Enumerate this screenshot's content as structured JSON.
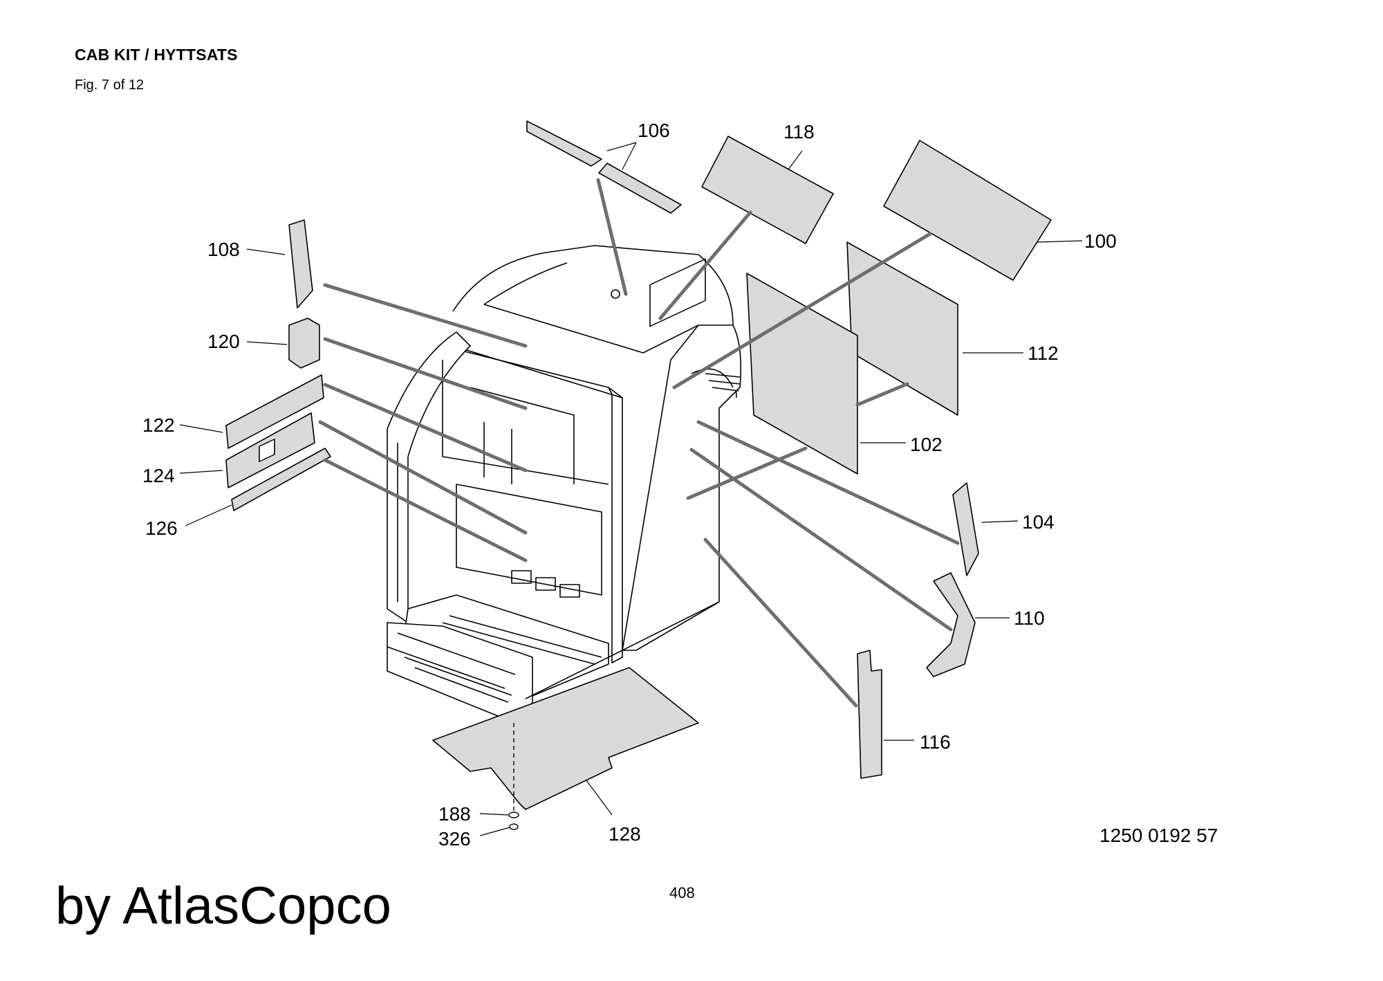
{
  "header": {
    "title": "CAB KIT / HYTTSATS",
    "figure": "Fig. 7 of 12"
  },
  "footer": {
    "drawing_number": "1250 0192 57",
    "page_number": "408",
    "brand": "by AtlasCopco"
  },
  "callouts": {
    "c100": "100",
    "c102": "102",
    "c104": "104",
    "c106": "106",
    "c108": "108",
    "c110": "110",
    "c112": "112",
    "c116": "116",
    "c118": "118",
    "c120": "120",
    "c122": "122",
    "c124": "124",
    "c126": "126",
    "c128": "128",
    "c188": "188",
    "c326": "326"
  },
  "colors": {
    "part_fill": "#d9d9d9",
    "line": "#000000",
    "leader": "#6e6e6e"
  }
}
